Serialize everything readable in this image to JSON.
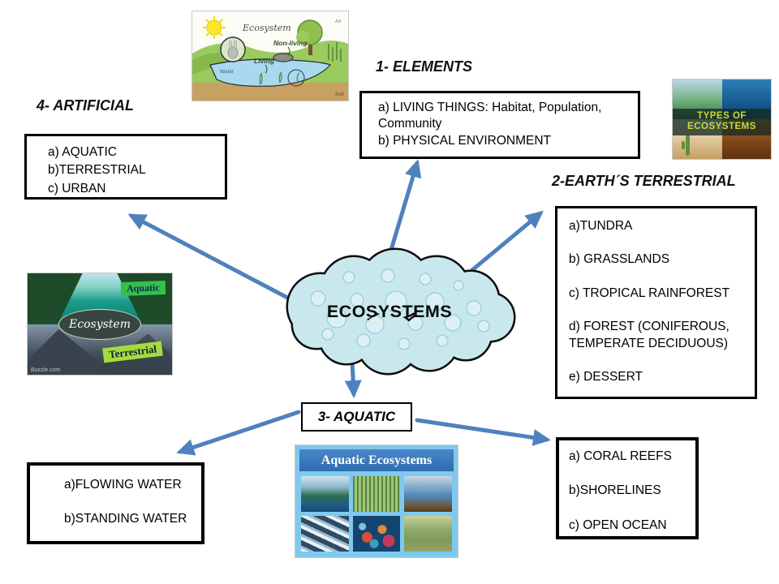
{
  "palette": {
    "arrow": "#4f81bd",
    "cloud_fill": "#c9e8ee",
    "cloud_outline": "#0d0d0d",
    "box_border": "#000000"
  },
  "center": {
    "label": "ECOSYSTEMS"
  },
  "sections": {
    "elements": {
      "heading": "1- ELEMENTS",
      "items": [
        "a) LIVING THINGS: Habitat, Population, Community",
        "b) PHYSICAL ENVIRONMENT"
      ]
    },
    "terrestrial": {
      "heading": "2-EARTH´S TERRESTRIAL",
      "items": [
        "a)TUNDRA",
        "b) GRASSLANDS",
        "c) TROPICAL RAINFOREST",
        "d) FOREST (CONIFEROUS, TEMPERATE DECIDUOUS)",
        "e) DESSERT"
      ]
    },
    "aquatic": {
      "heading": "3- AQUATIC",
      "flowing": {
        "items": [
          "a)FLOWING WATER",
          "b)STANDING WATER"
        ]
      },
      "marine": {
        "items": [
          "a) CORAL REEFS",
          "b)SHORELINES",
          "c) OPEN OCEAN"
        ]
      }
    },
    "artificial": {
      "heading": "4- ARTIFICIAL",
      "items": [
        "a) AQUATIC",
        "b)TERRESTRIAL",
        "c) URBAN"
      ]
    }
  },
  "images": {
    "ecosystem_cartoon": {
      "title": "Ecosystem",
      "labels": {
        "air": "Air",
        "nonliving": "Non-living",
        "living": "Living",
        "water": "Water",
        "soil": "Soil"
      }
    },
    "types_collage": {
      "caption_line1": "TYPES OF",
      "caption_line2": "ECOSYSTEMS"
    },
    "aquatic_terrestrial": {
      "aquatic": "Aquatic",
      "center": "Ecosystem",
      "terrestrial": "Terrestrial",
      "watermark": "Buzzle.com"
    },
    "aquatic_collage": {
      "title": "Aquatic Ecosystems"
    }
  }
}
